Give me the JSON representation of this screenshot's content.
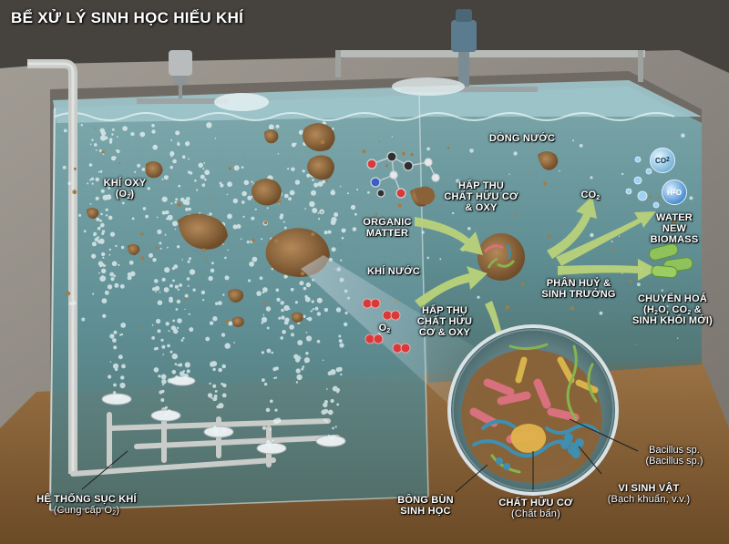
{
  "title": "BỂ XỬ LÝ SINH HỌC HIẾU KHÍ",
  "labels": {
    "oxygen": {
      "line1": "KHÍ OXY",
      "paren_open": "(O",
      "sub": "2",
      "paren_close": ")"
    },
    "flow": "DÒNG NƯỚC",
    "absorb_top": {
      "line1": "HẤP THỤ",
      "line2": "CHẤT HỮU CƠ",
      "line3": "& OXY"
    },
    "organic_matter": {
      "line1": "ORGANIC",
      "line2": "MATTER"
    },
    "waste_water": "KHÍ NƯỚC",
    "o2_molecule": {
      "main": "O",
      "sub": "2"
    },
    "co2_arrow": {
      "main": "CO",
      "sub": "2"
    },
    "decompose": {
      "line1": "PHÂN HUỶ &",
      "line2": "SINH TRƯỞNG"
    },
    "water_biomass": {
      "line1": "WATER",
      "line2": "NEW",
      "line3": "BIOMASS"
    },
    "conversion": {
      "line1": "CHUYỂN HOÁ",
      "line2_a": "(H",
      "line2_sub1": "2",
      "line2_b": "O, CO",
      "line2_sub2": "2",
      "line2_c": " &",
      "line3": "SINH KHỐI MỚI)"
    },
    "absorb_bottom": {
      "line1": "HẤP THỤ",
      "line2": "CHẤT HỮU",
      "line3": "CƠ & OXY"
    },
    "aeration": {
      "line1": "HỆ THỐNG SỤC KHÍ",
      "line2_a": "(Cung cấp O",
      "line2_sub": "2",
      "line2_b": ")"
    },
    "floc": {
      "line1": "BÔNG BÙN",
      "line2": "SINH HỌC"
    },
    "organic_cn": {
      "line1": "CHẤT HỮU CƠ",
      "line2": "(Chất bẩn)"
    },
    "microbes": {
      "line1": "VI SINH VẬT",
      "line2": "(Bạch khuẩn, v.v.)"
    },
    "bacillus": {
      "line1": "Bacillus sp.",
      "line2": "(Bacillus sp.)"
    }
  },
  "bubbles": {
    "co2": {
      "main": "CO",
      "sub": "2"
    },
    "h2o": {
      "main": "H",
      "sub": "2",
      "tail": "O"
    }
  },
  "colors": {
    "water": "#5f8f95",
    "water_surface": "#9fc6cb",
    "concrete": "#8f8a82",
    "sludge": "#8a6237",
    "arrow": "#b9d27a",
    "pipe": "#c9ccc9",
    "motor": "#5b7b8e",
    "bacteria_pink": "#d8707d",
    "bacteria_blue": "#3e8fb0",
    "bacteria_yellow": "#d8b24a",
    "bacteria_green": "#86b54e",
    "biomass_green": "#8fc25a"
  }
}
